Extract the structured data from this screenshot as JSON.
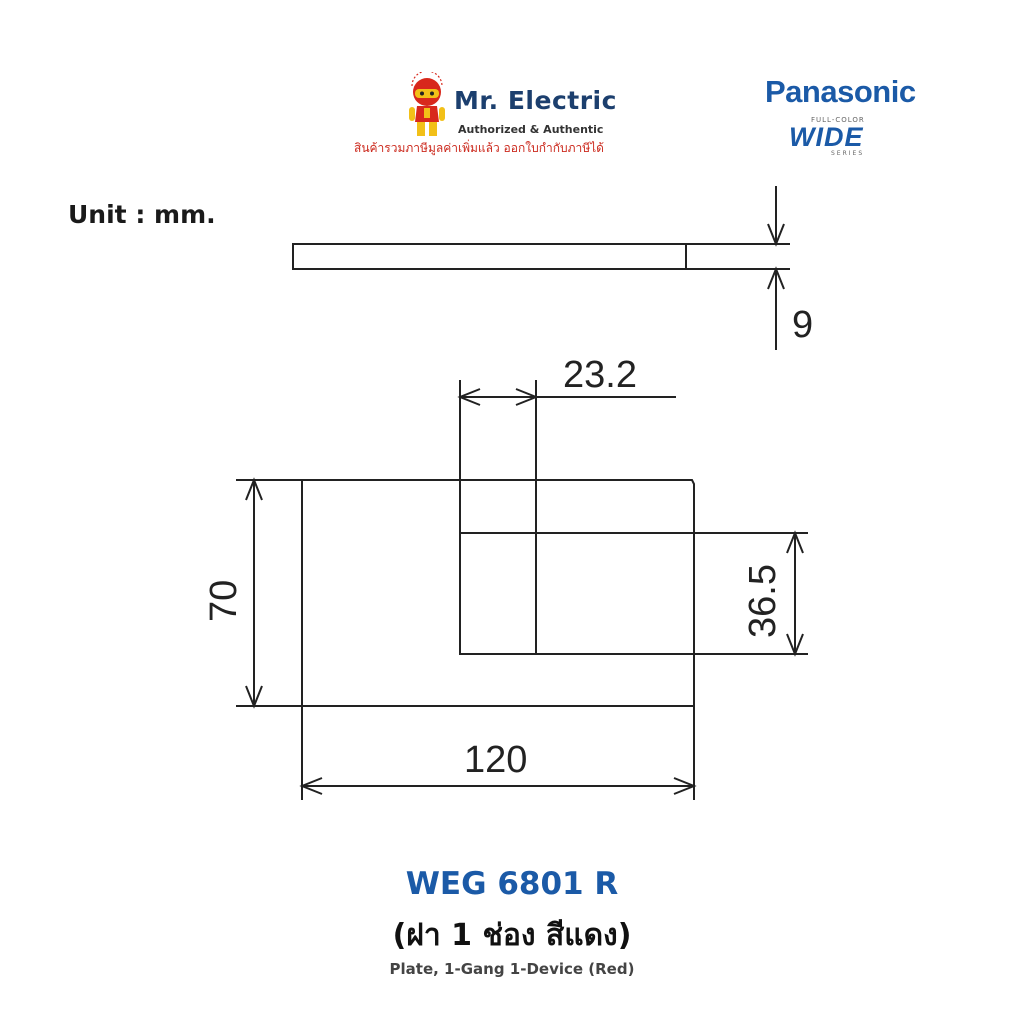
{
  "header": {
    "mr_electric": {
      "name": "Mr. Electric",
      "tagline": "Authorized & Authentic",
      "thai_note": "สินค้ารวมภาษีมูลค่าเพิ่มแล้ว ออกใบกำกับภาษีได้",
      "mascot_icon": "electrician-mascot-icon",
      "colors": {
        "name": "#1c3f6e",
        "thai_note": "#cc2a1e",
        "mascot": "#d8281c"
      }
    },
    "panasonic": {
      "brand": "Panasonic",
      "full_color": "FULL-COLOR",
      "wide": "WIDE",
      "series": "SERIES",
      "color": "#1b5aa7"
    }
  },
  "unit_label": "Unit : mm.",
  "dimensions": {
    "thickness": "9",
    "opening_width": "23.2",
    "height": "70",
    "opening_height": "36.5",
    "width": "120"
  },
  "caption": {
    "model": "WEG 6801 R",
    "thai_description": "(ฝา 1 ช่อง สีแดง)",
    "english_description": "Plate, 1-Gang 1-Device (Red)"
  }
}
